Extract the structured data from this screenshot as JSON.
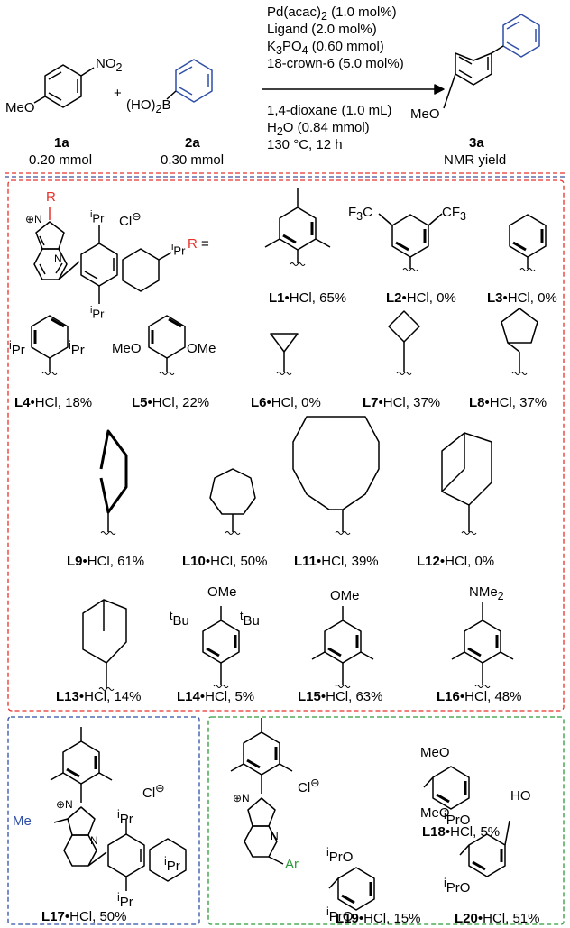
{
  "reaction": {
    "cond1": "Pd(acac)2 (1.0 mol%)",
    "cond2": "Ligand (2.0 mol%)",
    "cond3": "K3PO4 (0.60 mmol)",
    "cond4": "18-crown-6 (5.0 mol%)",
    "cond5": "1,4-dioxane (1.0 mL)",
    "cond6": "H2O (0.84 mmol)",
    "cond7": "130 °C, 12 h",
    "plus": "+",
    "sub1": {
      "name": "1a",
      "amount": "0.20 mmol",
      "group1": "NO2",
      "group2": "MeO"
    },
    "sub2": {
      "name": "2a",
      "amount": "0.30 mmol",
      "group": "(HO)2B"
    },
    "prod": {
      "name": "3a",
      "note": "NMR yield",
      "group": "MeO"
    }
  },
  "core": {
    "r": "R",
    "cl": "Cl",
    "ipr": "iPr",
    "r_eq": "R ="
  },
  "ligands": [
    {
      "id": "L1",
      "text": "•HCl, 65%"
    },
    {
      "id": "L2",
      "text": "•HCl, 0%"
    },
    {
      "id": "L3",
      "text": "•HCl, 0%"
    },
    {
      "id": "L4",
      "text": "•HCl, 18%"
    },
    {
      "id": "L5",
      "text": "•HCl, 22%"
    },
    {
      "id": "L6",
      "text": "•HCl, 0%"
    },
    {
      "id": "L7",
      "text": "•HCl, 37%"
    },
    {
      "id": "L8",
      "text": "•HCl, 37%"
    },
    {
      "id": "L9",
      "text": "•HCl, 61%"
    },
    {
      "id": "L10",
      "text": "•HCl, 50%"
    },
    {
      "id": "L11",
      "text": "•HCl, 39%"
    },
    {
      "id": "L12",
      "text": "•HCl, 0%"
    },
    {
      "id": "L13",
      "text": "•HCl, 14%"
    },
    {
      "id": "L14",
      "text": "•HCl, 5%"
    },
    {
      "id": "L15",
      "text": "•HCl, 63%"
    },
    {
      "id": "L16",
      "text": "•HCl, 48%"
    },
    {
      "id": "L17",
      "text": "•HCl, 50%"
    },
    {
      "id": "L18",
      "text": "•HCl, 5%"
    },
    {
      "id": "L19",
      "text": "•HCl, 15%"
    },
    {
      "id": "L20",
      "text": "•HCl, 51%"
    }
  ],
  "subs": {
    "cf3": "CF3",
    "f3c": "F3C",
    "meo": "MeO",
    "ome": "OMe",
    "ipr": "iPr",
    "tbu": "tBu",
    "nme2": "NMe2",
    "me": "Me",
    "ar": "Ar",
    "ho": "HO",
    "ipro": "iPrO"
  },
  "colors": {
    "red": "#e8312a",
    "blue": "#2f4fa7",
    "green": "#2e9a3a",
    "navy": "#3a4e9a"
  }
}
